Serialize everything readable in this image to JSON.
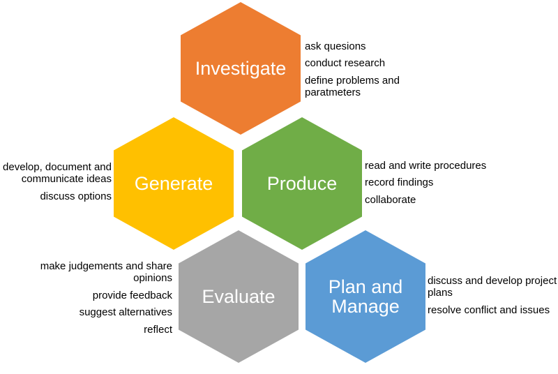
{
  "diagram_title": "hexagon process diagram",
  "background": "#ffffff",
  "label_text_color": "#ffffff",
  "notes_text_color": "#000000",
  "hexagons": [
    {
      "id": "investigate",
      "label": "Investigate",
      "color": "#ED7D31",
      "notes_side": "right",
      "notes": [
        "ask quesions",
        "conduct research",
        "define problems and paratmeters"
      ]
    },
    {
      "id": "generate",
      "label": "Generate",
      "color": "#FFC000",
      "notes_side": "left",
      "notes": [
        "develop, document and communicate ideas",
        "discuss options"
      ]
    },
    {
      "id": "produce",
      "label": "Produce",
      "color": "#70AD47",
      "notes_side": "right",
      "notes": [
        "read and write procedures",
        "record findings",
        "collaborate"
      ]
    },
    {
      "id": "evaluate",
      "label": "Evaluate",
      "color": "#A6A6A6",
      "notes_side": "left",
      "notes": [
        "make judgements and share opinions",
        "provide feedback",
        "suggest alternatives",
        "reflect"
      ]
    },
    {
      "id": "plan-manage",
      "label": "Plan and Manage",
      "color": "#5B9BD5",
      "notes_side": "right",
      "notes": [
        "discuss and develop project plans",
        "resolve conflict and issues"
      ]
    }
  ]
}
